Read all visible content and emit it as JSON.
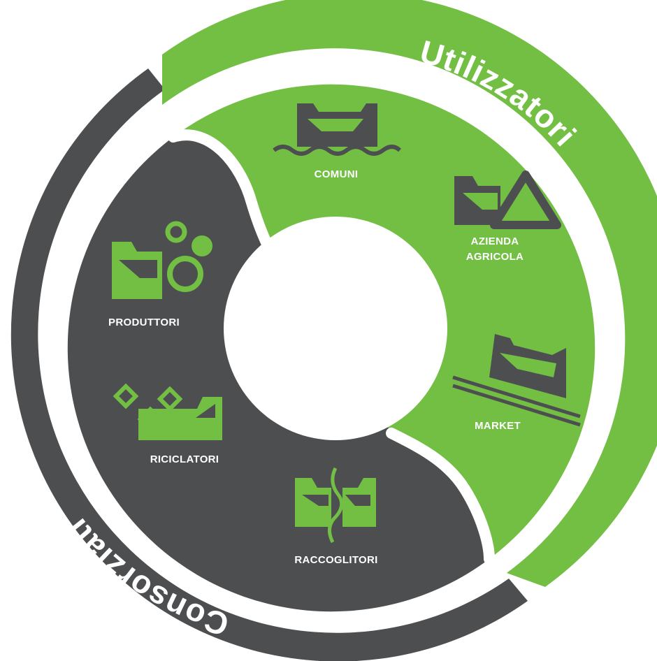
{
  "colors": {
    "green": "#72bf44",
    "dark": "#4d4e50",
    "white": "#ffffff"
  },
  "ring": {
    "top_label": "Utilizzatori",
    "bottom_label": "Consorziati"
  },
  "segments": {
    "comuni": "COMUNI",
    "azienda_line1": "AZIENDA",
    "azienda_line2": "AGRICOLA",
    "market": "MARKET",
    "produttori": "PRODUTTORI",
    "riciclatori": "RICICLATORI",
    "raccoglitori": "RACCOGLITORI"
  },
  "icons": {
    "comuni": "folder-water-icon",
    "azienda": "folder-triangle-icon",
    "market": "folder-conveyor-icon",
    "produttori": "folder-bubbles-icon",
    "riciclatori": "folder-diamonds-icon",
    "raccoglitori": "folder-crack-icon"
  }
}
